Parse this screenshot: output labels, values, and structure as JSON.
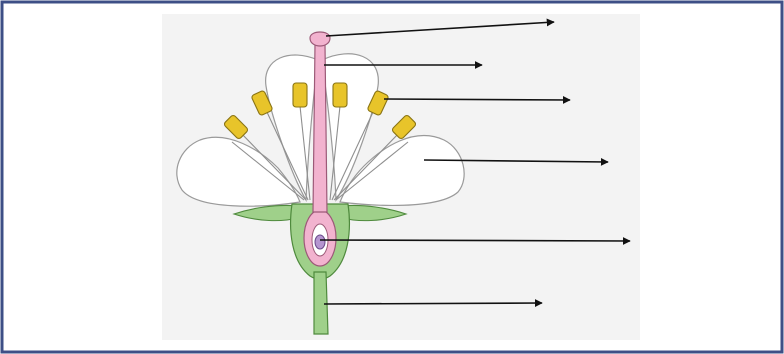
{
  "diagram": {
    "subject": "flower-longitudinal-section",
    "frame_color": "#3d4f86",
    "panel_color": "#f3f3f3",
    "petal_fill": "#ffffff",
    "petal_stroke": "#9a9a9a",
    "anther_fill": "#e8c42a",
    "anther_stroke": "#8a7414",
    "pistil_fill": "#f2b3cf",
    "pistil_stroke": "#9c5a78",
    "sepal_fill": "#9fd08a",
    "sepal_stroke": "#4f8a3d",
    "ovule_fill": "#b595d0",
    "arrow_color": "#111111",
    "pointer_arrows": [
      {
        "id": "stigma",
        "label": ""
      },
      {
        "id": "style",
        "label": ""
      },
      {
        "id": "anther",
        "label": ""
      },
      {
        "id": "petal",
        "label": ""
      },
      {
        "id": "ovary",
        "label": ""
      },
      {
        "id": "stalk",
        "label": ""
      }
    ]
  }
}
